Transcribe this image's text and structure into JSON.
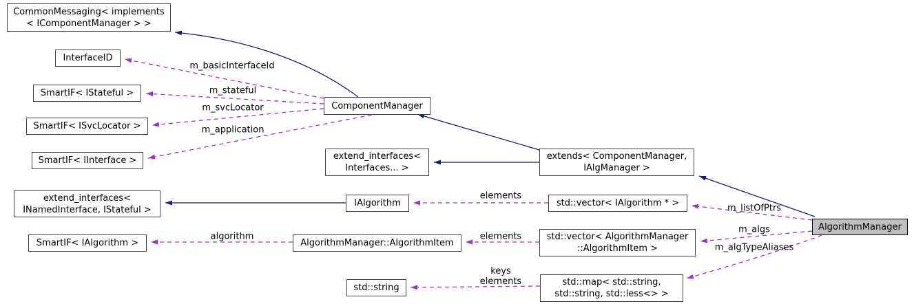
{
  "diagram_type": "collaboration-graph",
  "colors": {
    "inheritance_edge": "#191970",
    "usage_edge": "#9a32cd",
    "node_border": "#404040",
    "node_background": "#ffffff",
    "current_node_background": "#bfbfbf",
    "text": "#000000"
  },
  "nodes": [
    {
      "id": "common-messaging",
      "label": "CommonMessaging< implements\n< IComponentManager > >"
    },
    {
      "id": "interface-id",
      "label": "InterfaceID"
    },
    {
      "id": "smartif-istateful",
      "label": "SmartIF< IStateful >"
    },
    {
      "id": "smartif-isvclocator",
      "label": "SmartIF< ISvcLocator >"
    },
    {
      "id": "smartif-iinterface",
      "label": "SmartIF< IInterface >"
    },
    {
      "id": "component-manager",
      "label": "ComponentManager"
    },
    {
      "id": "extend-interfaces-variadic",
      "label": "extend_interfaces<\nInterfaces... >"
    },
    {
      "id": "extends-componentmanager-ialgmanager",
      "label": "extends< ComponentManager,\nIAlgManager >"
    },
    {
      "id": "extend-interfaces-inamedinterface-istateful",
      "label": "extend_interfaces<\nINamedInterface, IStateful >"
    },
    {
      "id": "ialgorithm",
      "label": "IAlgorithm"
    },
    {
      "id": "smartif-ialgorithm",
      "label": "SmartIF< IAlgorithm >"
    },
    {
      "id": "algorithmmanager-algorithmitem",
      "label": "AlgorithmManager::AlgorithmItem"
    },
    {
      "id": "vector-ialgorithm",
      "label": "std::vector< IAlgorithm * >"
    },
    {
      "id": "vector-algorithmitem",
      "label": "std::vector< AlgorithmManager\n::AlgorithmItem >"
    },
    {
      "id": "std-string",
      "label": "std::string"
    },
    {
      "id": "std-map",
      "label": "std::map< std::string,\nstd::string, std::less<> >"
    },
    {
      "id": "algorithm-manager",
      "label": "AlgorithmManager"
    }
  ],
  "edge_labels": [
    {
      "id": "m-basic-interface-id",
      "text": "m_basicInterfaceId"
    },
    {
      "id": "m-stateful",
      "text": "m_stateful"
    },
    {
      "id": "m-svclocator",
      "text": "m_svcLocator"
    },
    {
      "id": "m-application",
      "text": "m_application"
    },
    {
      "id": "elements-listofptrs",
      "text": "elements"
    },
    {
      "id": "algorithm",
      "text": "algorithm"
    },
    {
      "id": "elements-algs",
      "text": "elements"
    },
    {
      "id": "keys-elements",
      "text": "keys\nelements"
    },
    {
      "id": "m-listofptrs",
      "text": "m_listOfPtrs"
    },
    {
      "id": "m-algs",
      "text": "m_algs"
    },
    {
      "id": "m-algtypealiases",
      "text": "m_algTypeAliases"
    }
  ]
}
